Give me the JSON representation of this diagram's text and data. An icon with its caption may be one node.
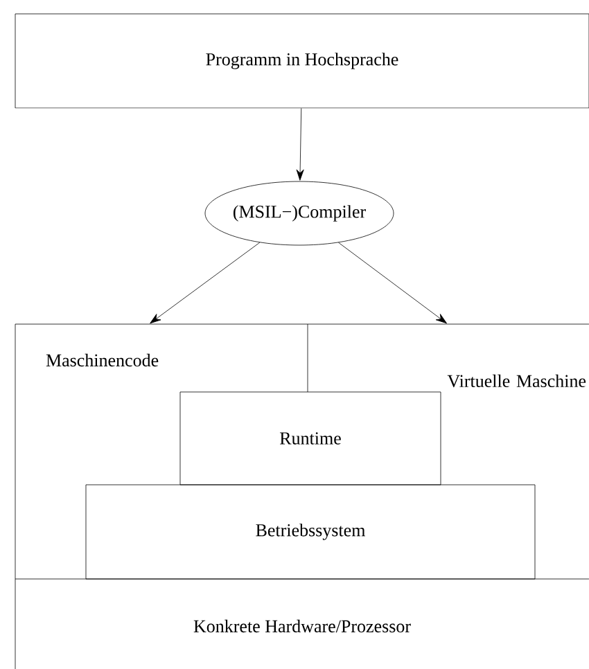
{
  "diagram": {
    "nodes": [
      {
        "text": [
          "Programm in Hochsprache"
        ]
      },
      {
        "text": [
          "(MSIL−)Compiler"
        ]
      },
      {
        "text": [
          "Maschinencode"
        ]
      },
      {
        "text": [
          "Virtuelle Maschine"
        ]
      },
      {
        "text": [
          "Runtime"
        ]
      },
      {
        "text": [
          "Betriebssystem"
        ]
      },
      {
        "text": [
          "Konkrete Hardware/Prozessor"
        ]
      }
    ],
    "edges": [
      {
        "from": 0,
        "to": 1,
        "arrow": "to"
      },
      {
        "from": 1,
        "to": 2,
        "arrow": "to"
      },
      {
        "from": 1,
        "to": 3,
        "arrow": "to"
      }
    ]
  }
}
